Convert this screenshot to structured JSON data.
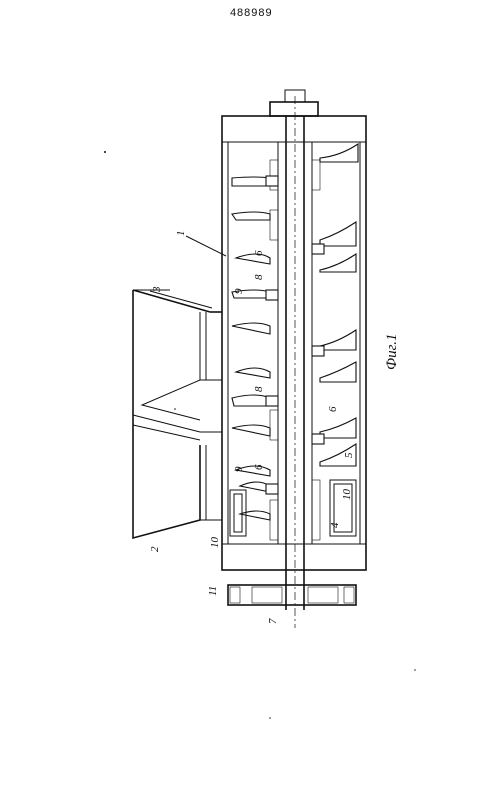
{
  "document": {
    "number": "488989"
  },
  "figure": {
    "caption": "Фиг.1"
  },
  "labels": {
    "l1": "1",
    "l2": "2",
    "l3": "3",
    "l4": "4",
    "l5": "5",
    "l6a": "6",
    "l6b": "6",
    "l6c": "6",
    "l7": "7",
    "l8a": "8",
    "l8b": "8",
    "l9a": "9",
    "l9b": "9",
    "l10a": "10",
    "l10b": "10",
    "l11": "11"
  },
  "colors": {
    "ink": "#111111",
    "paper": "#ffffff"
  }
}
